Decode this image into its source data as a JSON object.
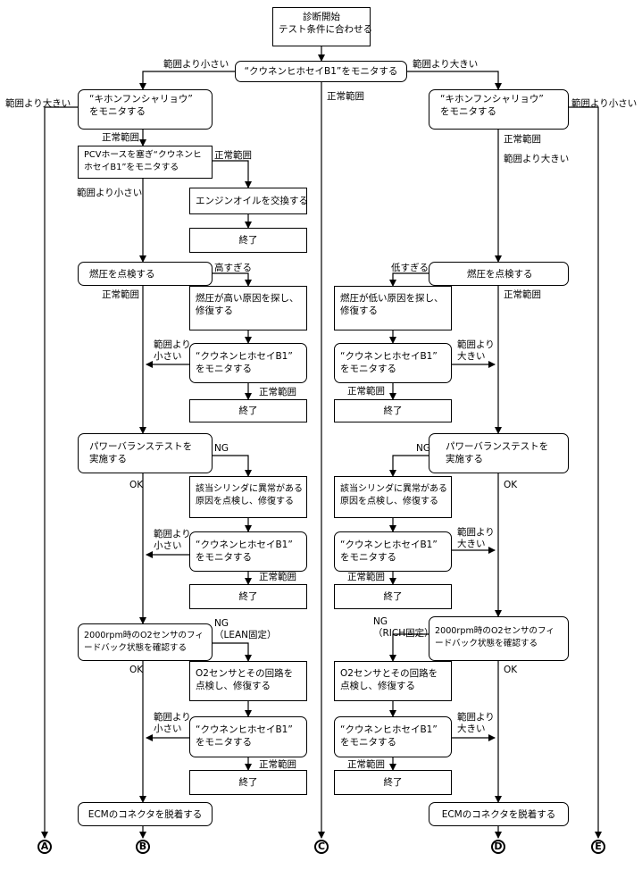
{
  "start": {
    "line1": "診断開始",
    "line2": "テスト条件に合わせる"
  },
  "monitor_main": "“クウネンヒホセイB1”をモニタする",
  "labels": {
    "range_small": "範囲より小さい",
    "range_large": "範囲より大きい",
    "normal": "正常範囲",
    "high": "高すぎる",
    "low": "低すぎる",
    "range_small_2": "範囲より\n小さい",
    "range_large_2": "範囲より\n大きい",
    "ng": "NG",
    "ok": "OK",
    "ng_lean": "NG\n（LEAN固定）",
    "ng_rich": "NG\n（RICH固定）"
  },
  "boxes": {
    "basic_monitor": "“キホンフンシャリョウ”\nをモニタする",
    "pcv": "PCVホースを塞ぎ“クウネンヒ\nホセイB1”をモニタする",
    "oil": "エンジンオイルを交換する",
    "end": "終了",
    "fuel_check": "燃圧を点検する",
    "fuel_high_fix": "燃圧が高い原因を探し、\n修復する",
    "fuel_low_fix": "燃圧が低い原因を探し、\n修復する",
    "monitor_b1": "“クウネンヒホセイB1”\nをモニタする",
    "power_balance": "パワーバランステストを\n実施する",
    "cylinder_fix": "該当シリンダに異常がある\n原因を点検し、修復する",
    "o2_feedback": "2000rpm時のO2センサのフィ\nードバック状態を確認する",
    "o2_fix": "O2センサとその回路を\n点検し、修復する",
    "ecm": "ECMのコネクタを脱着する"
  },
  "connectors": [
    "A",
    "B",
    "C",
    "D",
    "E"
  ]
}
